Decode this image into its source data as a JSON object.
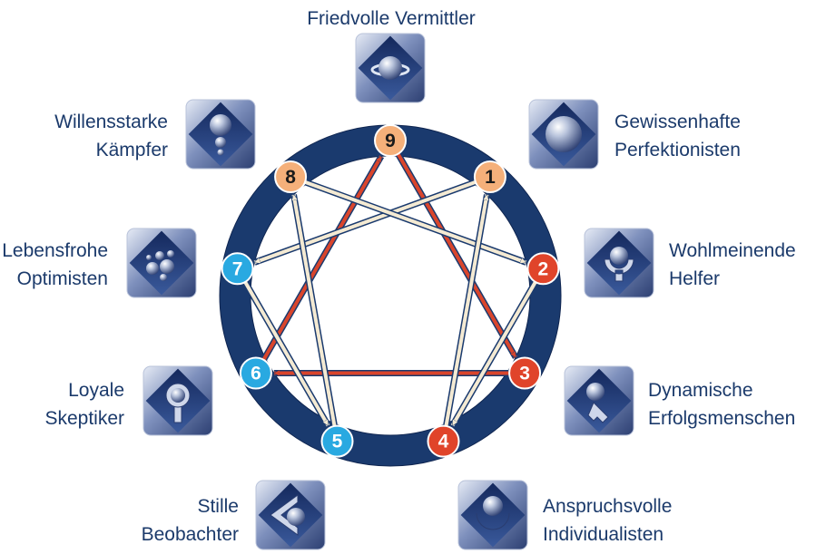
{
  "colors": {
    "ring": "#1a3a6e",
    "text": "#1b3a6b",
    "peach": "#f5b07a",
    "blue": "#29a9e1",
    "red": "#e0442a",
    "arrow_light": "#f4ead3",
    "arrow_red": "#d9452c"
  },
  "types": [
    {
      "id": 9,
      "number": "9",
      "label_lines": [
        "Friedvolle Vermittler"
      ],
      "group": "peach",
      "icon": "planet-icon"
    },
    {
      "id": 1,
      "number": "1",
      "label_lines": [
        "Gewissenhafte",
        "Perfektionisten"
      ],
      "group": "peach",
      "icon": "sphere-icon"
    },
    {
      "id": 2,
      "number": "2",
      "label_lines": [
        "Wohlmeinende",
        "Helfer"
      ],
      "group": "red",
      "icon": "cradled-sphere-icon"
    },
    {
      "id": 3,
      "number": "3",
      "label_lines": [
        "Dynamische",
        "Erfolgsmenschen"
      ],
      "group": "red",
      "icon": "sphere-on-step-icon"
    },
    {
      "id": 4,
      "number": "4",
      "label_lines": [
        "Anspruchsvolle",
        "Individualisten"
      ],
      "group": "red",
      "icon": "sphere-in-crescent-icon"
    },
    {
      "id": 5,
      "number": "5",
      "label_lines": [
        "Stille",
        "Beobachter"
      ],
      "group": "blue",
      "icon": "sphere-in-bracket-icon"
    },
    {
      "id": 6,
      "number": "6",
      "label_lines": [
        "Loyale",
        "Skeptiker"
      ],
      "group": "blue",
      "icon": "keyhole-sphere-icon"
    },
    {
      "id": 7,
      "number": "7",
      "label_lines": [
        "Lebensfrohe",
        "Optimisten"
      ],
      "group": "blue",
      "icon": "sphere-cluster-icon"
    },
    {
      "id": 8,
      "number": "8",
      "label_lines": [
        "Willensstarke",
        "Kämpfer"
      ],
      "group": "peach",
      "icon": "stacked-spheres-icon"
    }
  ],
  "arrows": [
    {
      "from": 6,
      "to": 9,
      "style": "red"
    },
    {
      "from": 3,
      "to": 6,
      "style": "red"
    },
    {
      "from": 9,
      "to": 3,
      "style": "red"
    },
    {
      "from": 1,
      "to": 7,
      "style": "light"
    },
    {
      "from": 7,
      "to": 5,
      "style": "light"
    },
    {
      "from": 5,
      "to": 8,
      "style": "light"
    },
    {
      "from": 8,
      "to": 2,
      "style": "light"
    },
    {
      "from": 2,
      "to": 4,
      "style": "light"
    },
    {
      "from": 4,
      "to": 1,
      "style": "light"
    }
  ]
}
